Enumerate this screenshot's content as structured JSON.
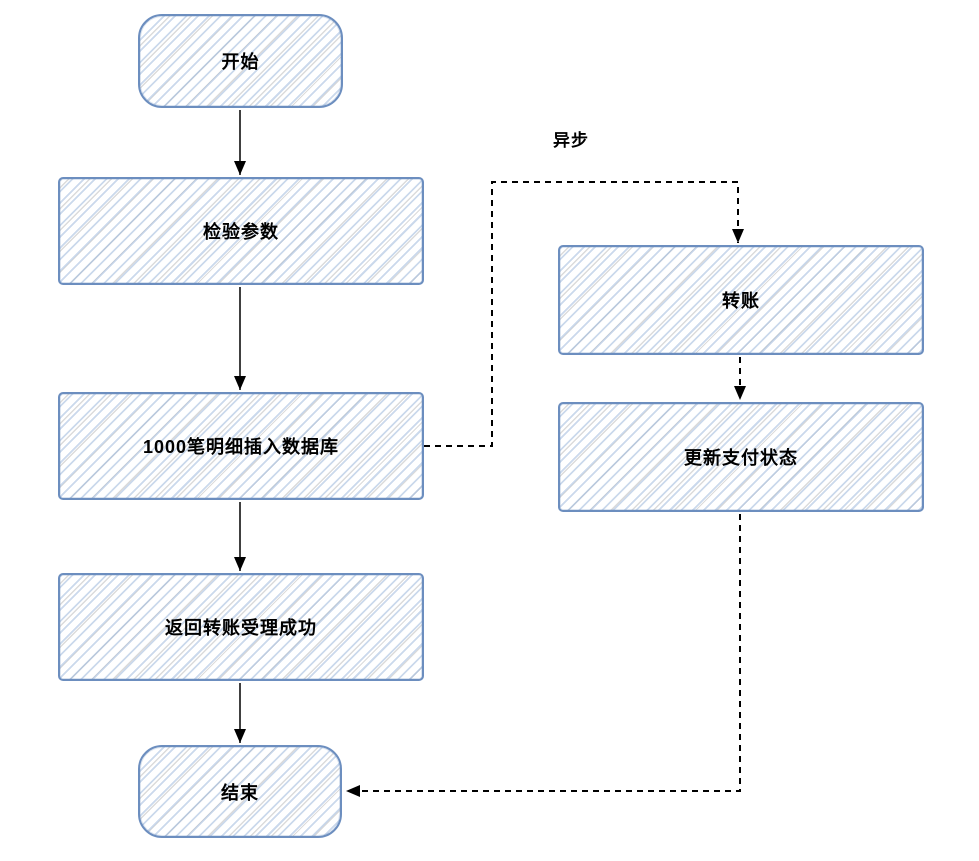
{
  "diagram": {
    "nodes": {
      "start": {
        "label": "开始",
        "shape": "rounded"
      },
      "check_params": {
        "label": "检验参数",
        "shape": "rect"
      },
      "insert_details": {
        "label": "1000笔明细插入数据库",
        "shape": "rect"
      },
      "return_success": {
        "label": "返回转账受理成功",
        "shape": "rect"
      },
      "end": {
        "label": "结束",
        "shape": "rounded"
      },
      "transfer": {
        "label": "转账",
        "shape": "rect"
      },
      "update_status": {
        "label": "更新支付状态",
        "shape": "rect"
      }
    },
    "edges": [
      {
        "from": "start",
        "to": "check_params",
        "style": "solid"
      },
      {
        "from": "check_params",
        "to": "insert_details",
        "style": "solid"
      },
      {
        "from": "insert_details",
        "to": "return_success",
        "style": "solid"
      },
      {
        "from": "return_success",
        "to": "end",
        "style": "solid"
      },
      {
        "from": "insert_details",
        "to": "transfer",
        "style": "dashed",
        "label": "异步"
      },
      {
        "from": "transfer",
        "to": "update_status",
        "style": "dashed"
      },
      {
        "from": "update_status",
        "to": "end",
        "style": "dashed"
      }
    ],
    "labels": {
      "async": "异步"
    },
    "colors": {
      "node_border": "#6c8ebf",
      "hatch_blue": "#b9cce6",
      "hatch_gray": "#9e9e9e",
      "connector": "#000000",
      "text": "#000000",
      "background": "#ffffff"
    }
  }
}
